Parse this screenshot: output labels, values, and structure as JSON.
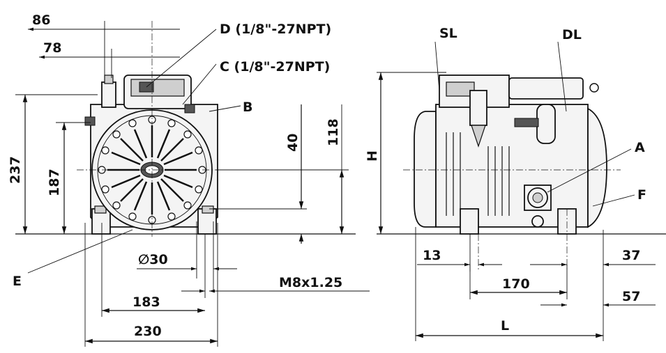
{
  "dimensions": {
    "d86": "86",
    "d78": "78",
    "d237": "237",
    "d187": "187",
    "d40": "40",
    "d118": "118",
    "d30": "∅30",
    "d183": "183",
    "d230": "230",
    "thread": "M8x1.25",
    "dH": "H",
    "d13": "13",
    "d170": "170",
    "d37": "37",
    "d57": "57",
    "dL": "L"
  },
  "labels": {
    "D": "D (1/8\"-27NPT)",
    "C": "C (1/8\"-27NPT)",
    "B": "B",
    "E": "E",
    "SL": "SL",
    "DL": "DL",
    "A": "A",
    "F": "F"
  },
  "colors": {
    "line": "#111111",
    "body_fill": "#f4f4f4",
    "shade": "#cfcfcf"
  }
}
